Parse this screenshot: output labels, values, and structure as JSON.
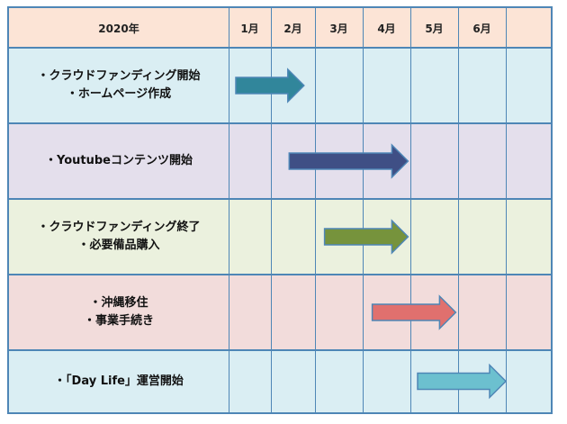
{
  "header": {
    "year_label": "2020年",
    "months": [
      "1月",
      "2月",
      "3月",
      "4月",
      "5月",
      "6月",
      ""
    ]
  },
  "colors": {
    "border": "#4e86b6",
    "header_bg": "#fce4d6",
    "row_bgs": [
      "#daeef3",
      "#e4dfec",
      "#ebf1de",
      "#f2dcdb",
      "#daeef3"
    ],
    "arrow_fills": [
      "#31869b",
      "#3f4f85",
      "#76933c",
      "#e0706e",
      "#6cc0cf"
    ]
  },
  "rows": [
    {
      "lines": [
        "・クラウドファンディング開始",
        "・ホームページ作成"
      ],
      "start_month": 1.0,
      "end_month": 2.75
    },
    {
      "lines": [
        "・Youtubeコンテンツ開始"
      ],
      "start_month": 2.25,
      "end_month": 4.95
    },
    {
      "lines": [
        "・クラウドファンディング終了",
        "・必要備品購入"
      ],
      "start_month": 3.05,
      "end_month": 4.95
    },
    {
      "lines": [
        "・沖縄移住",
        "・事業手続き"
      ],
      "start_month": 4.05,
      "end_month": 5.95
    },
    {
      "lines": [
        "・「Day Life」運営開始"
      ],
      "start_month": 5.0,
      "end_month": 7.0
    }
  ]
}
